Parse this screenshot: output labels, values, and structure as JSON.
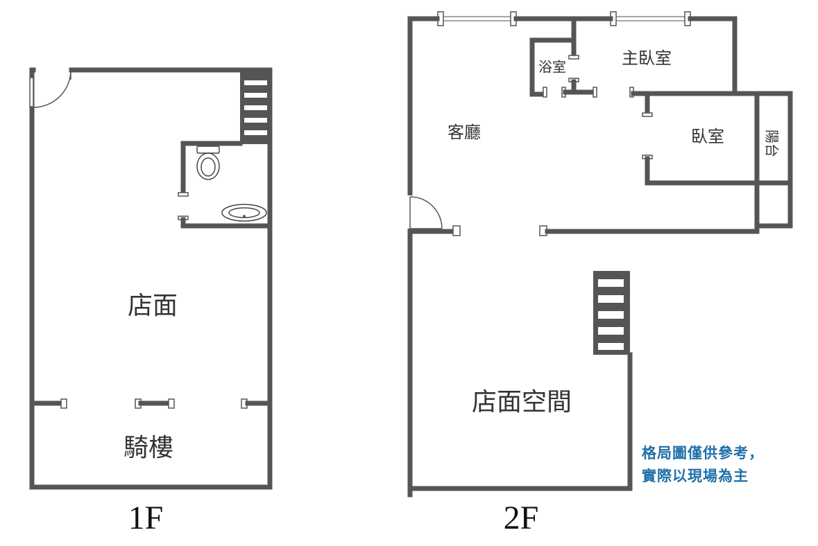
{
  "floors": {
    "first": {
      "label": "1F",
      "rooms": {
        "store": "店面",
        "arcade": "騎樓"
      }
    },
    "second": {
      "label": "2F",
      "rooms": {
        "living": "客廳",
        "bath": "浴室",
        "master": "主臥室",
        "bedroom": "臥室",
        "balcony": "陽台",
        "store_space": "店面空間"
      }
    }
  },
  "note": {
    "line1": "格局圖僅供參考，",
    "line2": "實際以現場為主"
  },
  "colors": {
    "wall": "#555555",
    "note": "#1f6fa8"
  }
}
